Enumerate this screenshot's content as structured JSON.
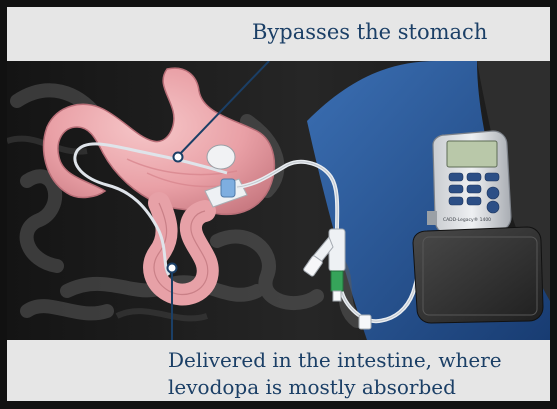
{
  "captions": {
    "top": "Bypasses the stomach",
    "bottom_line1": "Delivered in the intestine, where",
    "bottom_line2": "levodopa is mostly absorbed"
  },
  "pump": {
    "label": "CADD-Legacy® 1400",
    "display": ""
  },
  "colors": {
    "caption_text": "#1b3f66",
    "callout_line": "#1b3f66",
    "stomach": "#e9a3a8",
    "background_dark": "#1c1c1c",
    "background_blue": "#2a5a9a",
    "banner": "#e6e6e6",
    "border": "#111111"
  },
  "icons": [
    "stomach-illustration",
    "intestine-illustration",
    "infusion-pump",
    "feeding-tube",
    "tube-connector"
  ]
}
